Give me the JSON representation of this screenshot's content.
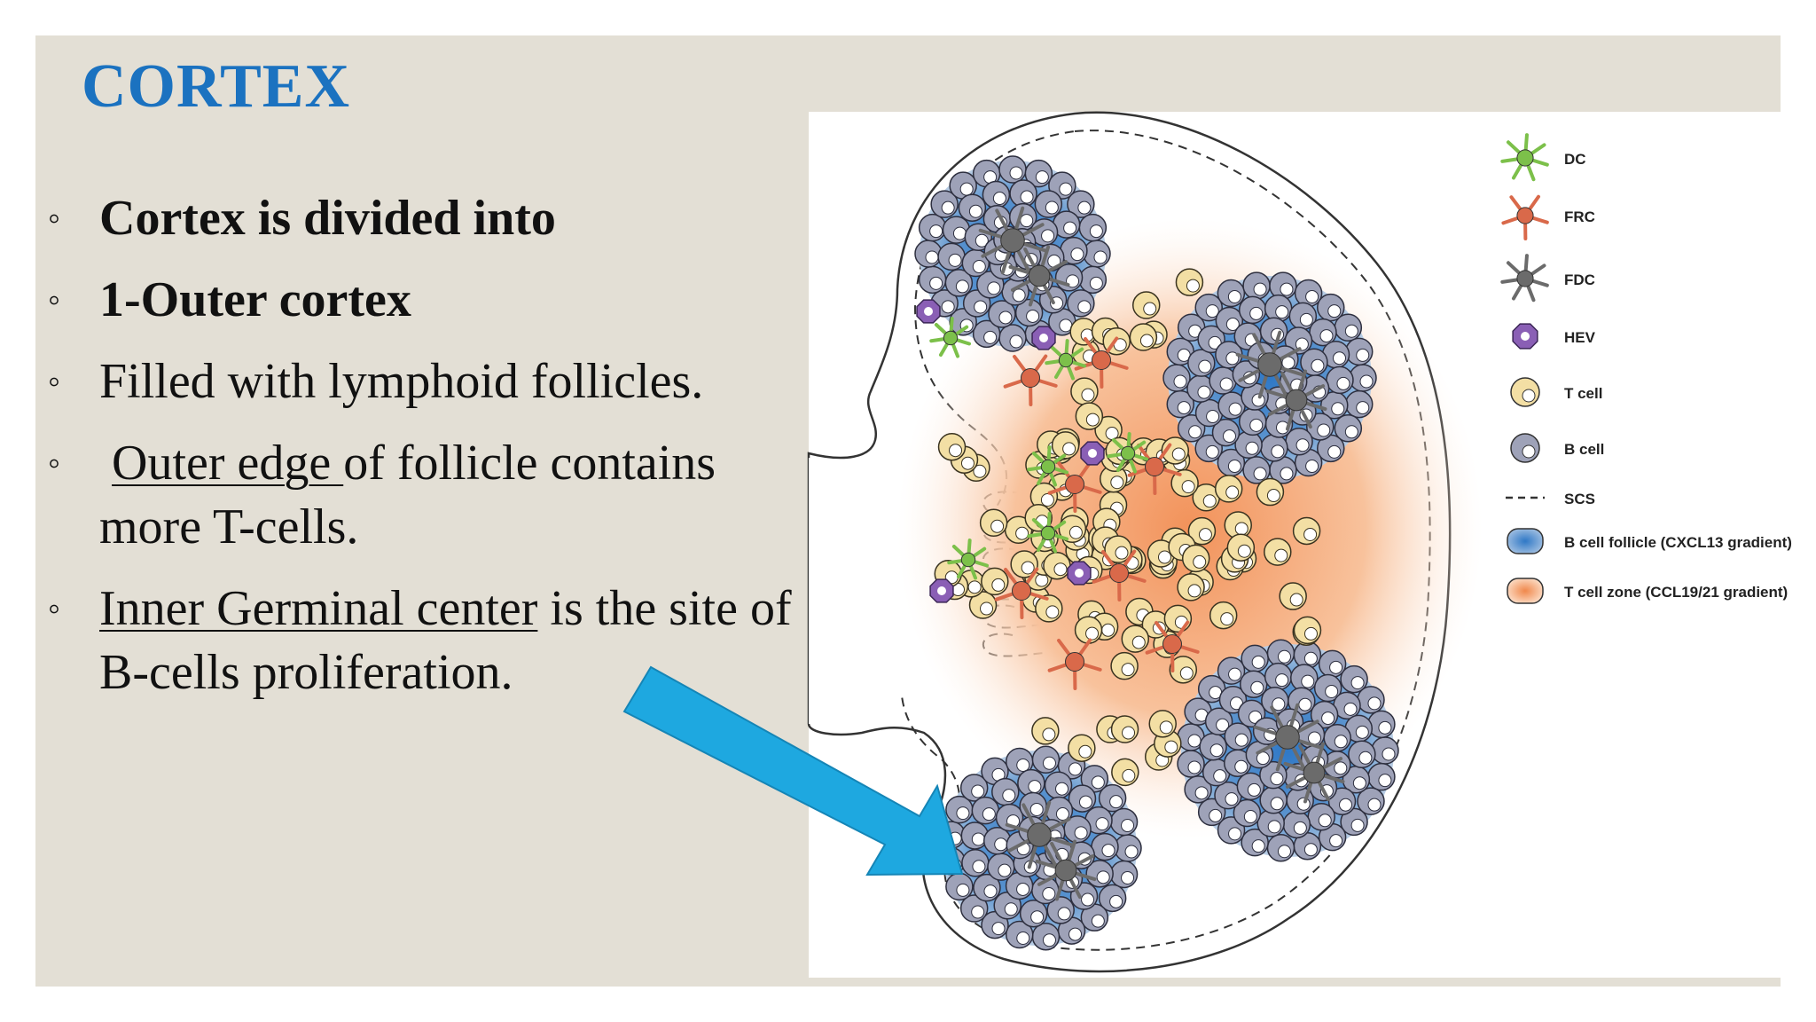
{
  "slide": {
    "title": "CORTEX",
    "bullets": [
      {
        "marker": "◦",
        "text": "Cortex is divided into"
      },
      {
        "marker": "◦",
        "text": "1-Outer cortex"
      },
      {
        "marker": "◦",
        "text": "Filled with lymphoid follicles."
      },
      {
        "marker": "◦",
        "underlined": "Outer edge ",
        "text": "of follicle contains more T-cells."
      },
      {
        "marker": "◦",
        "underlined": "Inner Germinal center",
        "text": " is the site of B-cells proliferation."
      }
    ]
  },
  "figure": {
    "legend": [
      {
        "label": "DC",
        "icon": "dendritic-cell-icon",
        "color": "#7cc04a"
      },
      {
        "label": "FRC",
        "icon": "fibroblastic-reticular-cell-icon",
        "color": "#d9694a"
      },
      {
        "label": "FDC",
        "icon": "follicular-dendritic-cell-icon",
        "color": "#6b6b6b"
      },
      {
        "label": "HEV",
        "icon": "hev-icon",
        "color": "#8a5fb5"
      },
      {
        "label": "T cell",
        "icon": "t-cell-icon",
        "color": "#f3dfa4"
      },
      {
        "label": "B cell",
        "icon": "b-cell-icon",
        "color": "#9ea2b8"
      },
      {
        "label": "SCS",
        "icon": "dashed-line-icon",
        "color": "#333333"
      },
      {
        "label": "B cell follicle (CXCL13 gradient)",
        "icon": "b-follicle-gradient-icon",
        "color": "#3f86cc"
      },
      {
        "label": "T cell zone (CCL19/21 gradient)",
        "icon": "t-zone-gradient-icon",
        "color": "#f5a06e"
      }
    ]
  },
  "colors": {
    "title": "#1b72c0",
    "background": "#e3dfd5",
    "arrow": "#1ea8e0"
  }
}
